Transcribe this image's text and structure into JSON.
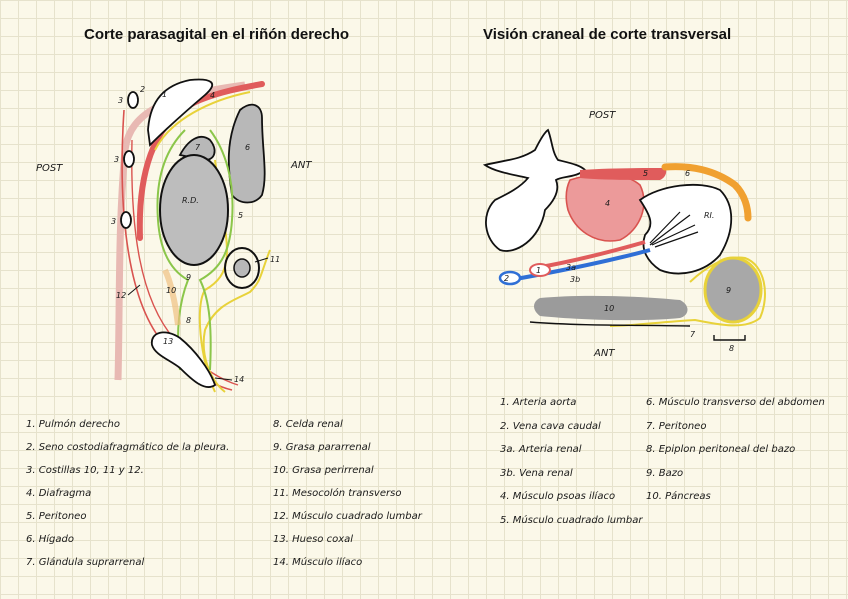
{
  "titles": {
    "left": "Corte parasagital en el riñón derecho",
    "right": "Visión craneal de corte transversal"
  },
  "orientation": {
    "left_post": "POST",
    "left_ant": "ANT",
    "right_post": "POST",
    "right_ant": "ANT"
  },
  "diagram_labels": {
    "kidney": "R.D.",
    "kidney_right": "RI."
  },
  "left_numbers": [
    "3",
    "2",
    "1",
    "4",
    "3",
    "6",
    "7",
    "3",
    "R.D.",
    "5",
    "11",
    "12",
    "10",
    "9",
    "8",
    "13",
    "14"
  ],
  "right_numbers": [
    "5",
    "6",
    "4",
    "3a",
    "3b",
    "1",
    "2",
    "9",
    "10",
    "7",
    "8"
  ],
  "legend_left_col1": [
    "1. Pulmón derecho",
    "2. Seno costodiafragmático de la pleura.",
    "3. Costillas 10, 11 y 12.",
    "4. Diafragma",
    "5. Peritoneo",
    "6. Hígado",
    "7. Glándula suprarrenal"
  ],
  "legend_left_col2": [
    "8. Celda renal",
    "9. Grasa pararrenal",
    "10. Grasa perirrenal",
    "11. Mesocolón transverso",
    "12. Músculo cuadrado lumbar",
    "13. Hueso coxal",
    "14. Músculo ilíaco"
  ],
  "legend_right_col1": [
    "1. Arteria aorta",
    "2. Vena cava caudal",
    "3a. Arteria renal",
    "3b. Vena renal",
    "4. Músculo psoas ilíaco",
    "5. Músculo cuadrado lumbar"
  ],
  "legend_right_col2": [
    "6. Músculo transverso del abdomen",
    "7. Peritoneo",
    "8. Epiplon peritoneal del bazo",
    "9. Bazo",
    "10. Páncreas"
  ],
  "colors": {
    "muscle": "#e05c5c",
    "muscle_fill": "#ec9a9a",
    "diaphragm": "#e8b9b3",
    "peritoneum": "#e8d23a",
    "cell": "#8bc64a",
    "transverse": "#f0a030",
    "organ_gray": "#9b9b9b",
    "vein": "#2f6fd6"
  }
}
